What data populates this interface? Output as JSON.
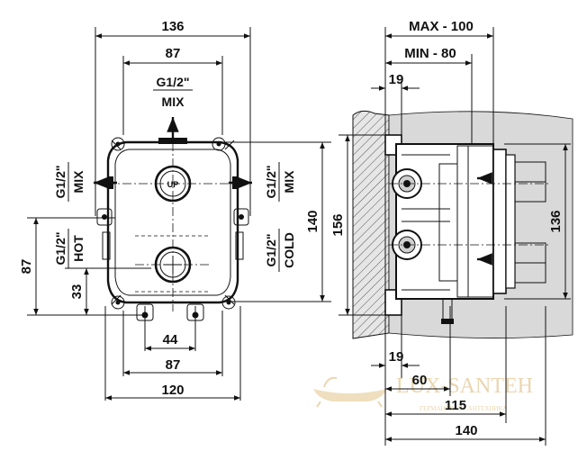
{
  "front_view": {
    "dims": {
      "overall_width": "136",
      "top_width": "87",
      "bottom_width": "87",
      "bottom_spacing": "44",
      "base_width": "120",
      "left_height": "87",
      "left_offset": "33",
      "right_height": "140"
    },
    "ports": {
      "top_thread": "G1/2\"",
      "top_name": "MIX",
      "left_mix_thread": "G1/2\"",
      "left_mix_name": "MIX",
      "left_hot_thread": "G1/2\"",
      "left_hot_name": "HOT",
      "right_mix_thread": "G1/2\"",
      "right_mix_name": "MIX",
      "right_cold_thread": "G1/2\"",
      "right_cold_name": "COLD"
    },
    "top_cap_label": "UP"
  },
  "side_view": {
    "dims": {
      "max_depth": "MAX - 100",
      "min_depth": "MIN - 80",
      "top_offset": "19",
      "bottom_offset": "19",
      "dim_60": "60",
      "dim_115": "115",
      "dim_140": "140",
      "left_height": "156",
      "right_height": "136"
    }
  },
  "watermark": {
    "brand": "LUX-SANTEH",
    "tagline": "ГЕРМАНСКАЯ САНТЕХНИКА"
  },
  "colors": {
    "ink": "#111111",
    "watermark": "#e8d2a8",
    "wall_fill": "#d9d9d9"
  }
}
